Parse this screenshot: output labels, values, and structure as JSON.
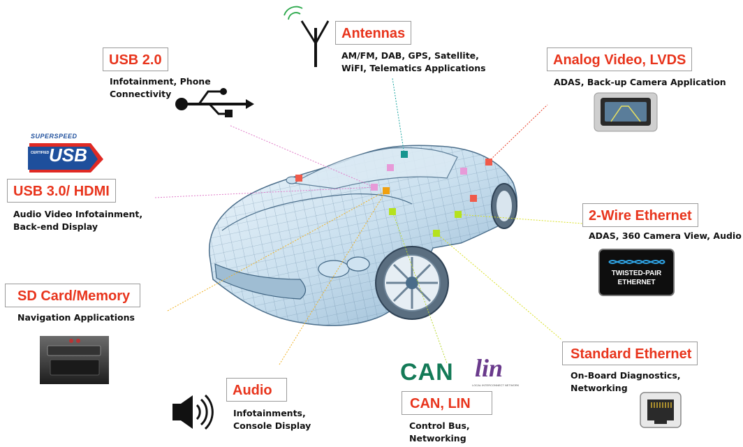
{
  "features": {
    "antennas": {
      "title": "Antennas",
      "desc1": "AM/FM, DAB, GPS, Satellite,",
      "desc2": "WiFI, Telematics Applications"
    },
    "usb2": {
      "title": "USB 2.0",
      "desc1": "Infotainment, Phone",
      "desc2": "Connectivity"
    },
    "analog_video": {
      "title": "Analog Video, LVDS",
      "desc1": "ADAS, Back-up Camera Application"
    },
    "usb3": {
      "title": "USB 3.0/ HDMI",
      "desc1": "Audio Video Infotainment,",
      "desc2": "Back-end Display"
    },
    "two_wire_ethernet": {
      "title": "2-Wire Ethernet",
      "desc1": "ADAS, 360 Camera View, Audio"
    },
    "sd_card": {
      "title": "SD Card/Memory",
      "desc1": "Navigation Applications"
    },
    "standard_ethernet": {
      "title": "Standard Ethernet",
      "desc1": "On-Board Diagnostics,",
      "desc2": "Networking"
    },
    "audio": {
      "title": "Audio",
      "desc1": "Infotainments,",
      "desc2": "Console Display"
    },
    "can_lin": {
      "title": "CAN, LIN",
      "desc1": "Control Bus,",
      "desc2": "Networking"
    }
  },
  "logos": {
    "superspeed_top": "SUPERSPEED",
    "superspeed_certified": "CERTIFIED",
    "superspeed_usb": "USB",
    "twisted_pair_1": "TWISTED-PAIR",
    "twisted_pair_2": "ETHERNET",
    "can_logo": "CAN",
    "lin_logo": "lin",
    "lin_sub": "LOCAL INTERCONNECT NETWORK"
  },
  "colors": {
    "title_red": "#e8341c",
    "usb_blue": "#1e4f9c",
    "can_green": "#137a57",
    "lin_purple": "#6a3a8c"
  }
}
